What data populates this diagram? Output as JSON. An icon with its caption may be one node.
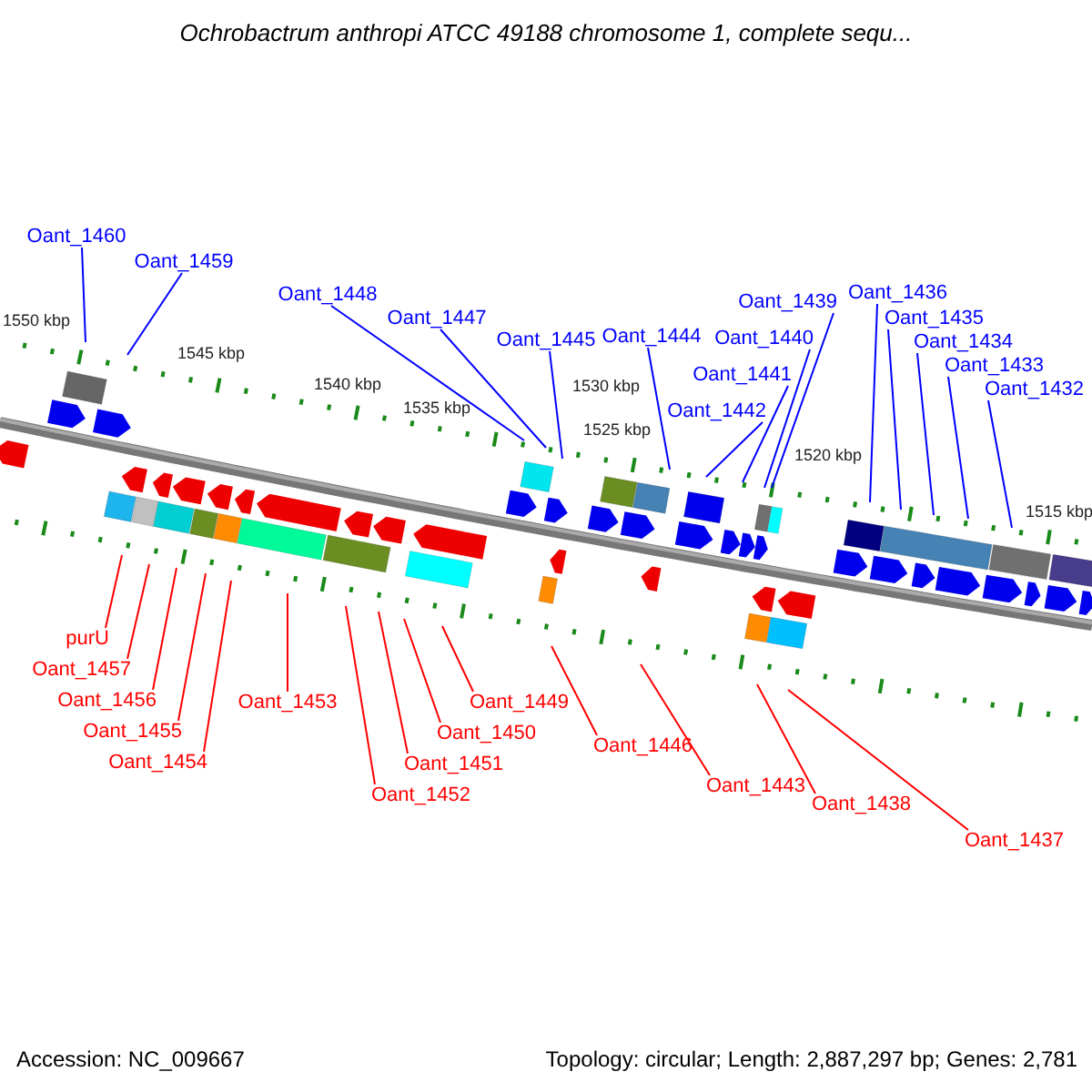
{
  "diagram": {
    "title": "Ochrobactrum anthropi ATCC 49188 chromosome 1, complete sequ...",
    "nodes": [
      {
        "text": [
          "Oant_1460"
        ]
      },
      {
        "text": [
          "Oant_1459"
        ]
      },
      {
        "text": [
          "Oant_1448"
        ]
      },
      {
        "text": [
          "Oant_1447"
        ]
      },
      {
        "text": [
          "Oant_1445"
        ]
      },
      {
        "text": [
          "Oant_1444"
        ]
      },
      {
        "text": [
          "Oant_1442"
        ]
      },
      {
        "text": [
          "Oant_1441"
        ]
      },
      {
        "text": [
          "Oant_1440"
        ]
      },
      {
        "text": [
          "Oant_1439"
        ]
      },
      {
        "text": [
          "Oant_1436"
        ]
      },
      {
        "text": [
          "Oant_1435"
        ]
      },
      {
        "text": [
          "Oant_1434"
        ]
      },
      {
        "text": [
          "Oant_1433"
        ]
      },
      {
        "text": [
          "Oant_1432"
        ]
      },
      {
        "text": [
          "purU"
        ]
      },
      {
        "text": [
          "Oant_1457"
        ]
      },
      {
        "text": [
          "Oant_1456"
        ]
      },
      {
        "text": [
          "Oant_1455"
        ]
      },
      {
        "text": [
          "Oant_1454"
        ]
      },
      {
        "text": [
          "Oant_1453"
        ]
      },
      {
        "text": [
          "Oant_1452"
        ]
      },
      {
        "text": [
          "Oant_1451"
        ]
      },
      {
        "text": [
          "Oant_1450"
        ]
      },
      {
        "text": [
          "Oant_1449"
        ]
      },
      {
        "text": [
          "Oant_1446"
        ]
      },
      {
        "text": [
          "Oant_1443"
        ]
      },
      {
        "text": [
          "Oant_1438"
        ]
      },
      {
        "text": [
          "Oant_1437"
        ]
      }
    ],
    "edges": [
      {
        "from": 0,
        "to": null,
        "arrow": "none"
      },
      {
        "from": 1,
        "to": null,
        "arrow": "none"
      },
      {
        "from": 2,
        "to": null,
        "arrow": "none"
      },
      {
        "from": 3,
        "to": null,
        "arrow": "none"
      },
      {
        "from": 4,
        "to": null,
        "arrow": "none"
      },
      {
        "from": 5,
        "to": null,
        "arrow": "none"
      },
      {
        "from": 6,
        "to": null,
        "arrow": "none"
      },
      {
        "from": 7,
        "to": null,
        "arrow": "none"
      },
      {
        "from": 8,
        "to": null,
        "arrow": "none"
      },
      {
        "from": 9,
        "to": null,
        "arrow": "none"
      },
      {
        "from": 10,
        "to": null,
        "arrow": "none"
      },
      {
        "from": 11,
        "to": null,
        "arrow": "none"
      },
      {
        "from": 12,
        "to": null,
        "arrow": "none"
      },
      {
        "from": 13,
        "to": null,
        "arrow": "none"
      },
      {
        "from": 14,
        "to": null,
        "arrow": "none"
      },
      {
        "from": 15,
        "to": null,
        "arrow": "none",
        "color": "#ff0000"
      },
      {
        "from": 16,
        "to": null,
        "arrow": "none",
        "color": "#ff0000"
      },
      {
        "from": 17,
        "to": null,
        "arrow": "none",
        "color": "#ff0000"
      },
      {
        "from": 18,
        "to": null,
        "arrow": "none",
        "color": "#ff0000"
      },
      {
        "from": 19,
        "to": null,
        "arrow": "none",
        "color": "#ff0000"
      },
      {
        "from": 20,
        "to": null,
        "arrow": "none",
        "color": "#ff0000"
      },
      {
        "from": 21,
        "to": null,
        "arrow": "none",
        "color": "#ff0000"
      },
      {
        "from": 22,
        "to": null,
        "arrow": "none",
        "color": "#ff0000"
      },
      {
        "from": 23,
        "to": null,
        "arrow": "none",
        "color": "#ff0000"
      },
      {
        "from": 24,
        "to": null,
        "arrow": "none",
        "color": "#ff0000"
      },
      {
        "from": 25,
        "to": null,
        "arrow": "none",
        "color": "#ff0000"
      },
      {
        "from": 26,
        "to": null,
        "arrow": "none",
        "color": "#ff0000"
      },
      {
        "from": 27,
        "to": null,
        "arrow": "none",
        "color": "#ff0000"
      },
      {
        "from": 28,
        "to": null,
        "arrow": "none",
        "color": "#ff0000"
      }
    ],
    "labels": [
      "1550 kbp",
      "1545 kbp",
      "1540 kbp",
      "1535 kbp",
      "1530 kbp",
      "1525 kbp",
      "1520 kbp",
      "1515 kbp",
      "Accession: NC_009667",
      "Topology: circular; Length: 2,887,297 bp; Genes: 2,781"
    ]
  }
}
